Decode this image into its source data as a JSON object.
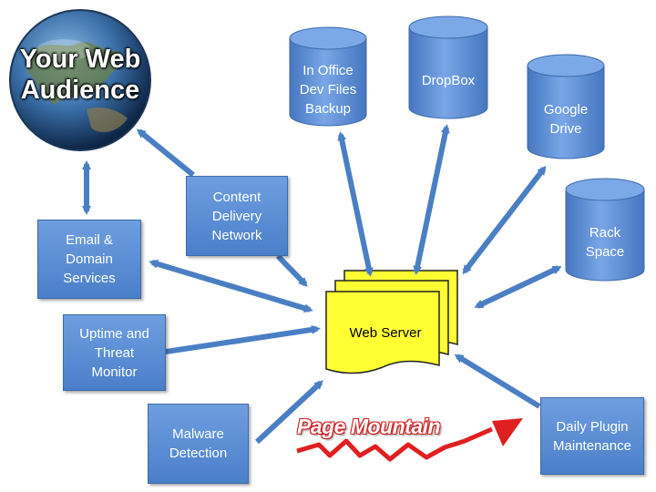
{
  "audience": {
    "label": "Your Web\nAudience"
  },
  "boxes": {
    "cdn": "Content\nDelivery\nNetwork",
    "email": "Email &\nDomain\nServices",
    "uptime": "Uptime and\nThreat\nMonitor",
    "malware": "Malware\nDetection",
    "plugin": "Daily Plugin\nMaintenance"
  },
  "storage": {
    "office": "In Office\nDev Files\nBackup",
    "dropbox": "DropBox",
    "gdrive": "Google\nDrive",
    "rackspace": "Rack\nSpace"
  },
  "server": {
    "label": "Web Server"
  },
  "logo": {
    "text": "Page Mountain"
  },
  "colors": {
    "box": "#4f84cc",
    "arrow": "#4a7fc4",
    "server": "#ffff33",
    "logo": "#e02020"
  }
}
